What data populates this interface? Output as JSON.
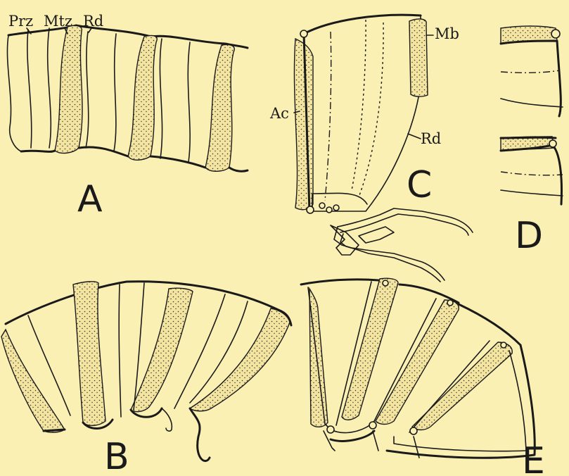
{
  "labels": {
    "prz": "Prz",
    "mtz": "Mtz",
    "rd_a": "Rd",
    "mb": "Mb",
    "ac": "Ac",
    "rd_c": "Rd"
  },
  "panels": {
    "a": "A",
    "b": "B",
    "c": "C",
    "d": "D",
    "e": "E"
  },
  "colors": {
    "background": "#fbf0b3",
    "ink": "#1a1a1a"
  }
}
